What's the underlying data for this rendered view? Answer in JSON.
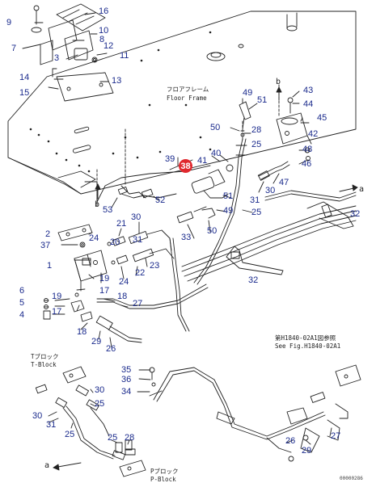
{
  "colors": {
    "callout": "#1a2a8c",
    "highlight": "#e0282e",
    "line": "#222222"
  },
  "highlight_label": "38",
  "floor_frame": {
    "jp": "フロアフレーム",
    "en": "Floor Frame"
  },
  "t_block": {
    "jp": "Tブロック",
    "en": "T-Block"
  },
  "p_block": {
    "jp": "Pブロック",
    "en": "P-Block"
  },
  "see_fig": {
    "jp": "第H1840-02A1図参照",
    "en": "See Fig.H1840-02A1"
  },
  "connector_a": "a",
  "connector_b": "b",
  "serial": "00000286",
  "callouts": [
    {
      "id": "c16",
      "label": "16"
    },
    {
      "id": "c9",
      "label": "9"
    },
    {
      "id": "c10",
      "label": "10"
    },
    {
      "id": "c8",
      "label": "8"
    },
    {
      "id": "c7",
      "label": "7"
    },
    {
      "id": "c12",
      "label": "12"
    },
    {
      "id": "c11",
      "label": "11"
    },
    {
      "id": "c3",
      "label": "3"
    },
    {
      "id": "c14",
      "label": "14"
    },
    {
      "id": "c13",
      "label": "13"
    },
    {
      "id": "c15",
      "label": "15"
    },
    {
      "id": "c49a",
      "label": "49"
    },
    {
      "id": "c51a",
      "label": "51"
    },
    {
      "id": "c43",
      "label": "43"
    },
    {
      "id": "c44",
      "label": "44"
    },
    {
      "id": "c45",
      "label": "45"
    },
    {
      "id": "c50a",
      "label": "50"
    },
    {
      "id": "c28a",
      "label": "28"
    },
    {
      "id": "c42",
      "label": "42"
    },
    {
      "id": "c25a",
      "label": "25"
    },
    {
      "id": "c48",
      "label": "48"
    },
    {
      "id": "c46",
      "label": "46"
    },
    {
      "id": "c39",
      "label": "39"
    },
    {
      "id": "c41",
      "label": "41"
    },
    {
      "id": "c40",
      "label": "40"
    },
    {
      "id": "c47",
      "label": "47"
    },
    {
      "id": "c30a",
      "label": "30"
    },
    {
      "id": "c31a",
      "label": "31"
    },
    {
      "id": "c51b",
      "label": "51"
    },
    {
      "id": "c52",
      "label": "52"
    },
    {
      "id": "c53",
      "label": "53"
    },
    {
      "id": "c49b",
      "label": "49"
    },
    {
      "id": "c25b",
      "label": "25"
    },
    {
      "id": "c32a",
      "label": "32"
    },
    {
      "id": "c21",
      "label": "21"
    },
    {
      "id": "c30b",
      "label": "30"
    },
    {
      "id": "c2",
      "label": "2"
    },
    {
      "id": "c24a",
      "label": "24"
    },
    {
      "id": "c33",
      "label": "33"
    },
    {
      "id": "c50b",
      "label": "50"
    },
    {
      "id": "c37",
      "label": "37"
    },
    {
      "id": "c20",
      "label": "20"
    },
    {
      "id": "c31b",
      "label": "31"
    },
    {
      "id": "c1",
      "label": "1"
    },
    {
      "id": "c22",
      "label": "22"
    },
    {
      "id": "c23",
      "label": "23"
    },
    {
      "id": "c32b",
      "label": "32"
    },
    {
      "id": "c19a",
      "label": "19"
    },
    {
      "id": "c24b",
      "label": "24"
    },
    {
      "id": "c17a",
      "label": "17"
    },
    {
      "id": "c6",
      "label": "6"
    },
    {
      "id": "c19b",
      "label": "19"
    },
    {
      "id": "c18a",
      "label": "18"
    },
    {
      "id": "c5",
      "label": "5"
    },
    {
      "id": "c27a",
      "label": "27"
    },
    {
      "id": "c4",
      "label": "4"
    },
    {
      "id": "c17b",
      "label": "17"
    },
    {
      "id": "c18b",
      "label": "18"
    },
    {
      "id": "c29a",
      "label": "29"
    },
    {
      "id": "c26a",
      "label": "26"
    },
    {
      "id": "c35",
      "label": "35"
    },
    {
      "id": "c36",
      "label": "36"
    },
    {
      "id": "c34",
      "label": "34"
    },
    {
      "id": "c30c",
      "label": "30"
    },
    {
      "id": "c25c",
      "label": "25"
    },
    {
      "id": "c30d",
      "label": "30"
    },
    {
      "id": "c31c",
      "label": "31"
    },
    {
      "id": "c25d",
      "label": "25"
    },
    {
      "id": "c25e",
      "label": "25"
    },
    {
      "id": "c28b",
      "label": "28"
    },
    {
      "id": "c26b",
      "label": "26"
    },
    {
      "id": "c29b",
      "label": "29"
    },
    {
      "id": "c27b",
      "label": "27"
    }
  ]
}
